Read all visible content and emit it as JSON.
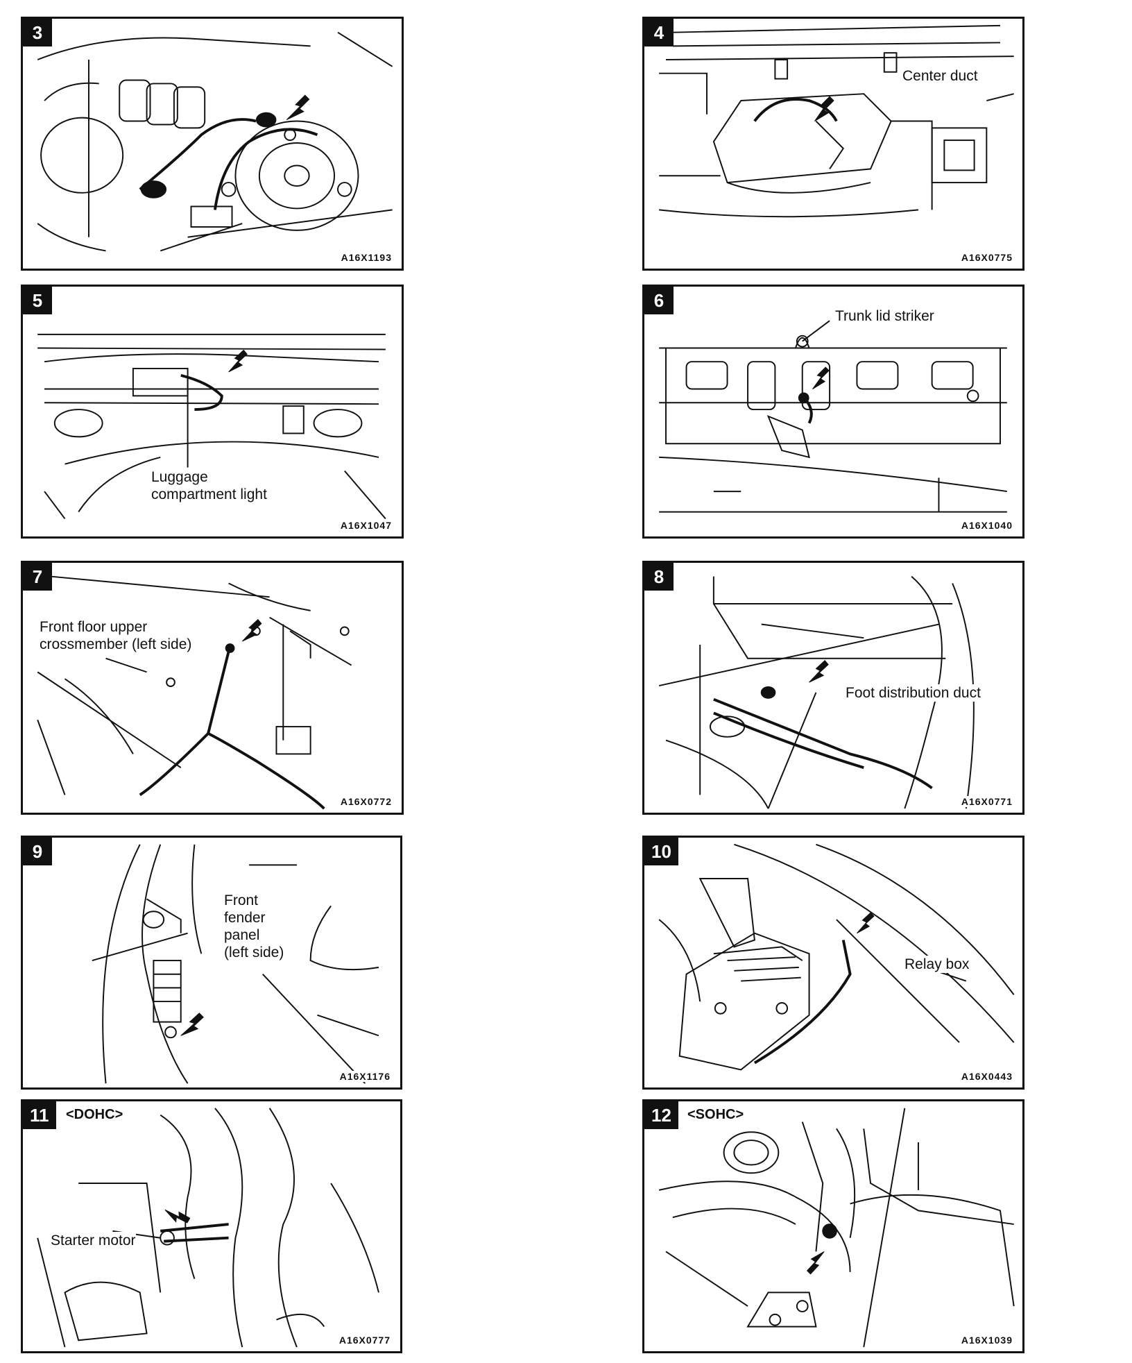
{
  "figures": [
    {
      "number": "3",
      "code": "A16X1193",
      "variant": "",
      "labels": []
    },
    {
      "number": "4",
      "code": "A16X0775",
      "variant": "",
      "labels": [
        "Center duct"
      ]
    },
    {
      "number": "5",
      "code": "A16X1047",
      "variant": "",
      "labels": [
        "Luggage\ncompartment light"
      ]
    },
    {
      "number": "6",
      "code": "A16X1040",
      "variant": "",
      "labels": [
        "Trunk lid striker"
      ]
    },
    {
      "number": "7",
      "code": "A16X0772",
      "variant": "",
      "labels": [
        "Front floor upper\ncrossmember (left side)"
      ]
    },
    {
      "number": "8",
      "code": "A16X0771",
      "variant": "",
      "labels": [
        "Foot distribution duct"
      ]
    },
    {
      "number": "9",
      "code": "A16X1176",
      "variant": "",
      "labels": [
        "Front\nfender\npanel\n(left side)"
      ]
    },
    {
      "number": "10",
      "code": "A16X0443",
      "variant": "",
      "labels": [
        "Relay box"
      ]
    },
    {
      "number": "11",
      "code": "A16X0777",
      "variant": "<DOHC>",
      "labels": [
        "Starter motor"
      ]
    },
    {
      "number": "12",
      "code": "A16X1039",
      "variant": "<SOHC>",
      "labels": []
    }
  ]
}
